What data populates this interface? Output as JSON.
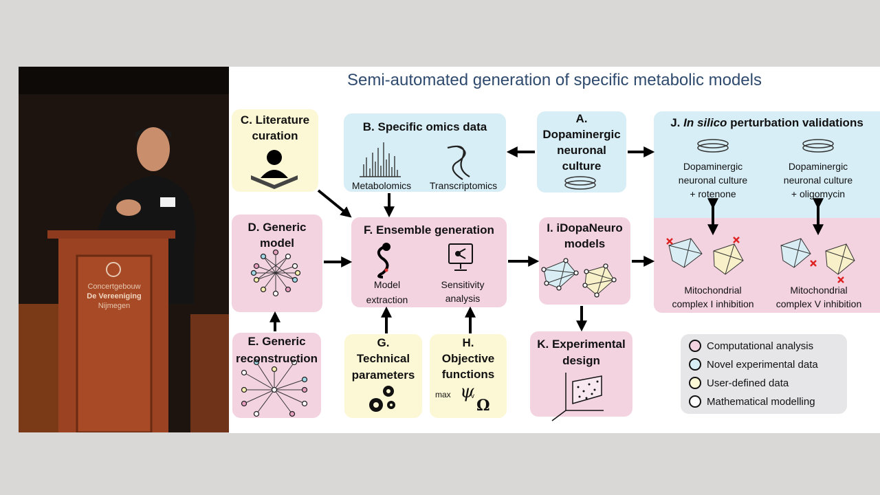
{
  "slide": {
    "title": "Semi-automated generation of specific metabolic models",
    "boxes": {
      "A": {
        "label": "A.",
        "lines": [
          "Dopaminergic",
          "neuronal",
          "culture"
        ]
      },
      "B": {
        "label": "B. Specific omics data",
        "metabolomics": "Metabolomics",
        "transcriptomics": "Transcriptomics"
      },
      "C": {
        "lines": [
          "C. Literature",
          "curation"
        ]
      },
      "D": {
        "lines": [
          "D. Generic",
          "model"
        ]
      },
      "E": {
        "lines": [
          "E. Generic",
          "reconstruction"
        ]
      },
      "F": {
        "label": "F. Ensemble generation",
        "model_extraction": [
          "Model",
          "extraction"
        ],
        "sensitivity": [
          "Sensitivity",
          "analysis"
        ]
      },
      "G": {
        "lines": [
          "G.",
          "Technical",
          "parameters"
        ]
      },
      "H": {
        "lines": [
          "H.",
          "Objective",
          "functions"
        ],
        "max": "max",
        "psi": "ψ",
        "psi_sub": "v",
        "omega": "Ω"
      },
      "I": {
        "lines": [
          "I. iDopaNeuro",
          "models"
        ]
      },
      "J": {
        "prefix": "J. ",
        "italic": "In silico",
        "suffix": " perturbation validations",
        "left_lines": [
          "Dopaminergic",
          "neuronal culture",
          "+ rotenone"
        ],
        "right_lines": [
          "Dopaminergic",
          "neuronal culture",
          "+ oligomycin"
        ],
        "left_bottom": [
          "Mitochondrial",
          "complex  I inhibition"
        ],
        "right_bottom": [
          "Mitochondrial",
          "complex V inhibition"
        ]
      },
      "K": {
        "lines": [
          "K. Experimental",
          "design"
        ]
      }
    },
    "legend": [
      {
        "label": "Computational analysis",
        "color": "#f4d3e0"
      },
      {
        "label": "Novel experimental data",
        "color": "#d7eef6"
      },
      {
        "label": "User-defined data",
        "color": "#fcf7d4"
      },
      {
        "label": "Mathematical modelling",
        "color": "#ffffff"
      }
    ]
  },
  "video": {
    "podium_lines": [
      "Concertgebouw",
      "De Vereeniging",
      "Nijmegen"
    ]
  }
}
